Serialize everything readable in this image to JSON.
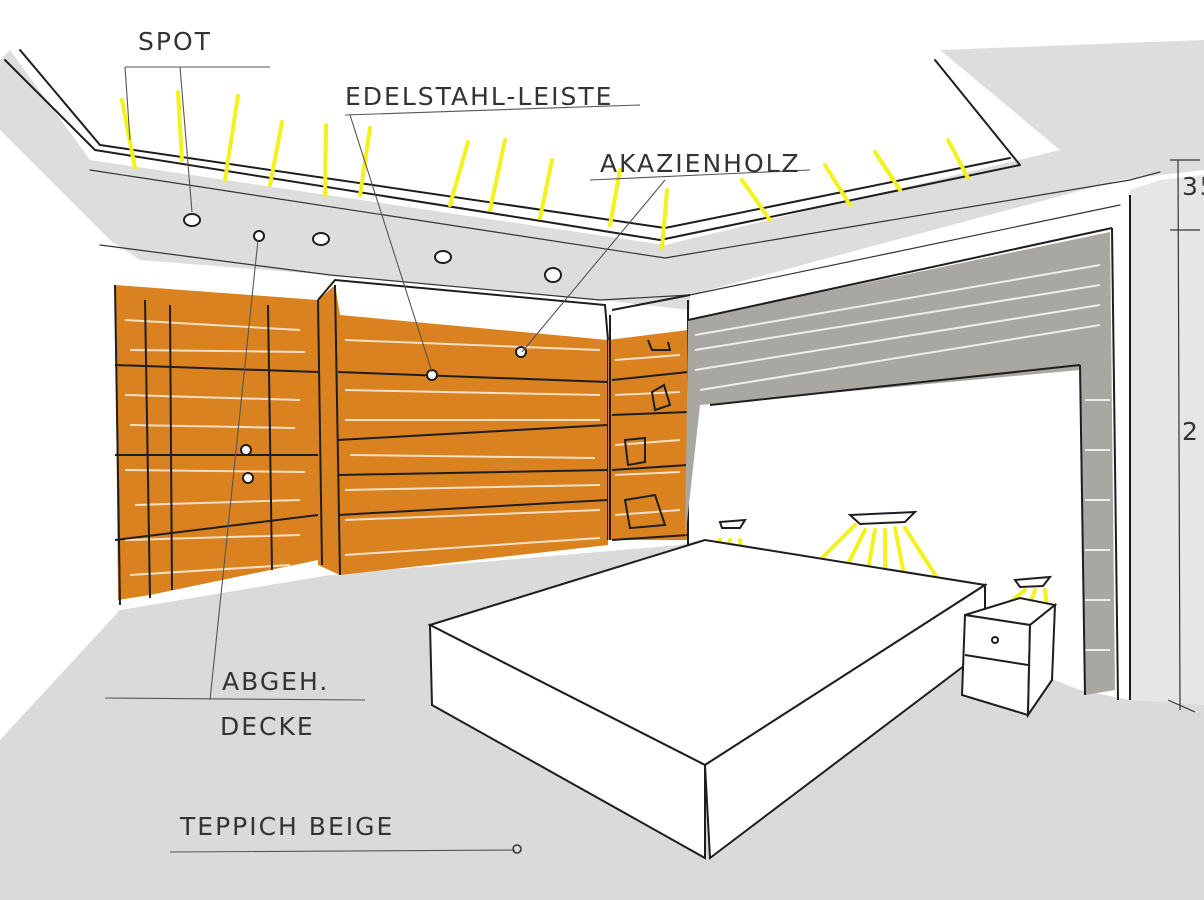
{
  "labels": {
    "spot": "SPOT",
    "edelstahl_leiste": "EDELSTAHL-LEISTE",
    "akazienholz": "AKAZIENHOLZ",
    "abgeh_decke_line1": "ABGEH.",
    "abgeh_decke_line2": "DECKE",
    "teppich_beige": "TEPPICH BEIGE",
    "dim_top": "35",
    "dim_side": "2"
  },
  "colors": {
    "wood": "#D9821F",
    "wood_dark": "#B86A12",
    "floor_grey": "#DADADA",
    "ceiling_grey": "#DDDDDD",
    "stone_grey": "#A9A7A2",
    "spot_yellow": "#F2F21C",
    "ink": "#1E1E1E"
  }
}
